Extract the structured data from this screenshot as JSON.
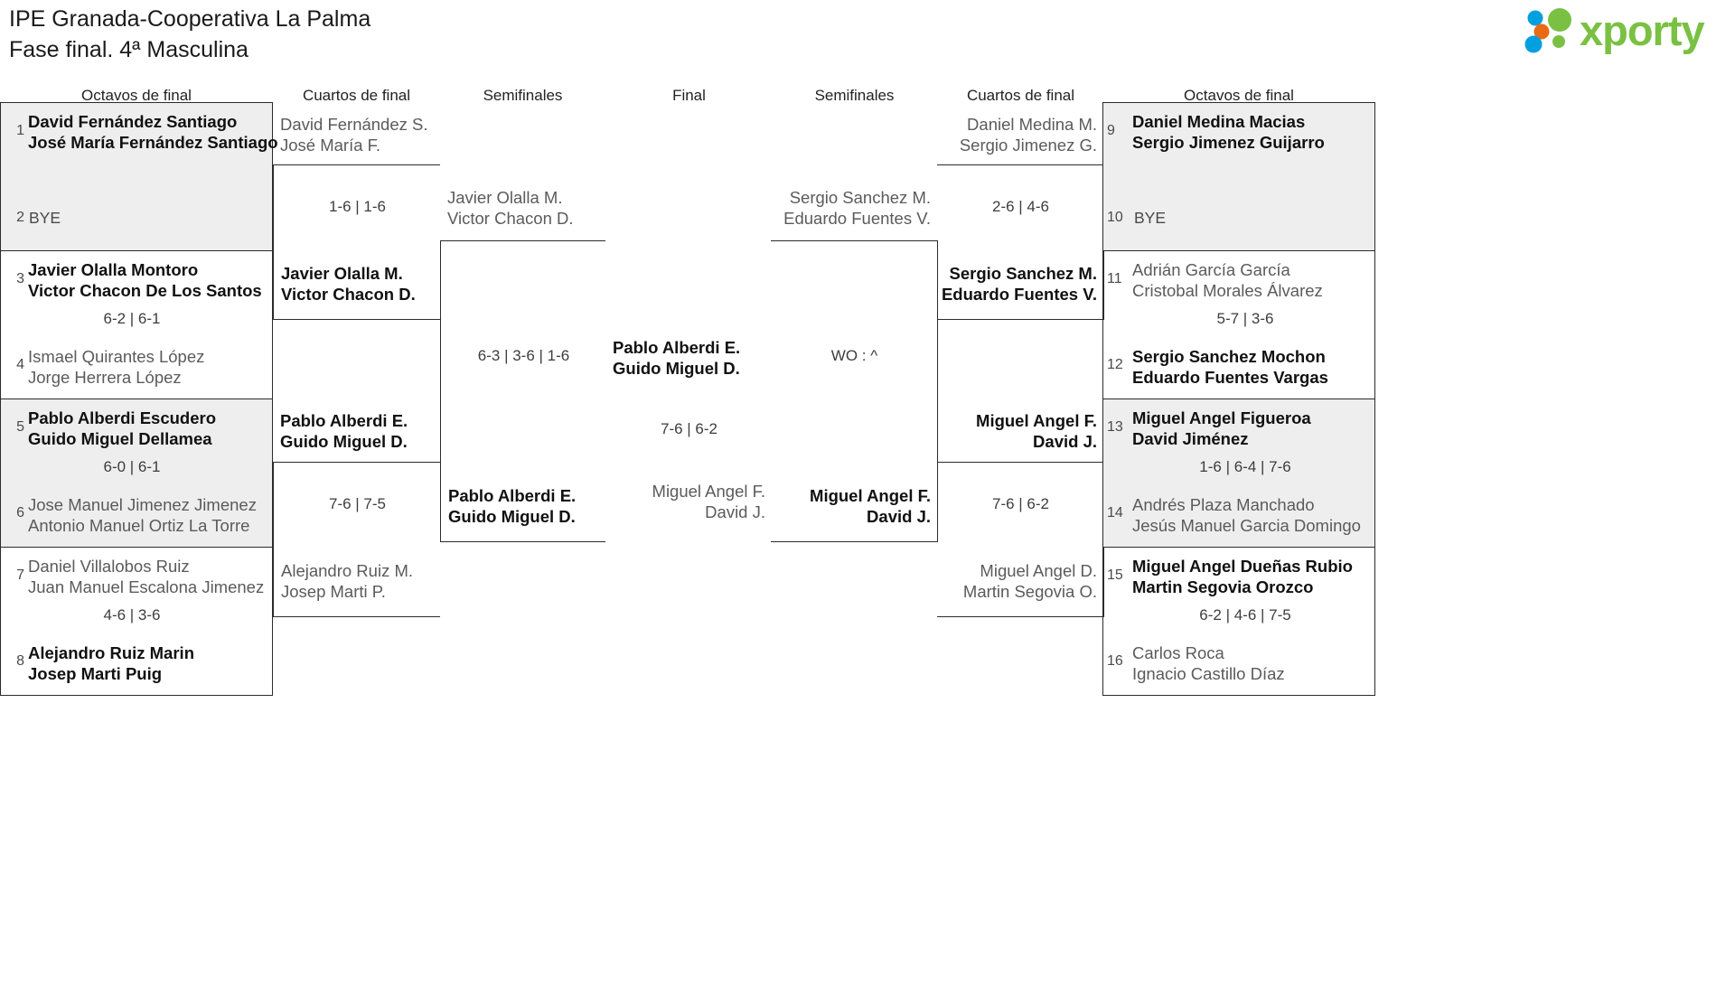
{
  "header": {
    "title_line1": "IPE Granada-Cooperativa La Palma",
    "title_line2": "Fase final. 4ª Masculina",
    "logo_text": "xporty",
    "logo_colors": {
      "green": "#7ac143",
      "blue": "#00a0df",
      "orange": "#ea6a13"
    }
  },
  "round_headers": {
    "l_octavos": "Octavos de final",
    "l_cuartos": "Cuartos de final",
    "l_semis": "Semifinales",
    "final": "Final",
    "r_semis": "Semifinales",
    "r_cuartos": "Cuartos de final",
    "r_octavos": "Octavos de final"
  },
  "left": {
    "octavos": [
      {
        "seed_top": "1",
        "seed_bot": "2",
        "top_p1": "David Fernández Santiago",
        "top_p2": "José María Fernández Santiago",
        "bot_p1": "BYE",
        "bot_p2": "",
        "score": "",
        "winner": "top",
        "shaded": true,
        "bye": true
      },
      {
        "seed_top": "3",
        "seed_bot": "4",
        "top_p1": "Javier Olalla Montoro",
        "top_p2": "Victor Chacon De Los Santos",
        "bot_p1": "Ismael Quirantes López",
        "bot_p2": "Jorge Herrera López",
        "score": "6-2 | 6-1",
        "winner": "top",
        "shaded": false,
        "bye": false
      },
      {
        "seed_top": "5",
        "seed_bot": "6",
        "top_p1": "Pablo Alberdi Escudero",
        "top_p2": "Guido Miguel Dellamea",
        "bot_p1": "Jose Manuel Jimenez Jimenez",
        "bot_p2": "Antonio Manuel Ortiz La Torre",
        "score": "6-0 | 6-1",
        "winner": "top",
        "shaded": true,
        "bye": false
      },
      {
        "seed_top": "7",
        "seed_bot": "8",
        "top_p1": "Daniel Villalobos Ruiz",
        "top_p2": "Juan Manuel Escalona Jimenez",
        "bot_p1": "Alejandro Ruiz Marin",
        "bot_p2": "Josep Marti Puig",
        "score": "4-6 | 3-6",
        "winner": "bot",
        "shaded": false,
        "bye": false
      }
    ],
    "cuartos": [
      {
        "top_p1": "David Fernández S.",
        "top_p2": "José María F.",
        "bot_p1": "Javier Olalla M.",
        "bot_p2": "Victor Chacon D.",
        "score": "1-6 | 1-6",
        "winner": "bot"
      },
      {
        "top_p1": "Pablo Alberdi E.",
        "top_p2": "Guido Miguel D.",
        "bot_p1": "Alejandro Ruiz M.",
        "bot_p2": "Josep Marti P.",
        "score": "7-6 | 7-5",
        "winner": "top"
      }
    ],
    "semis": [
      {
        "top_p1": "Javier Olalla M.",
        "top_p2": "Victor Chacon D.",
        "bot_p1": "Pablo Alberdi E.",
        "bot_p2": "Guido Miguel D.",
        "score": "6-3 | 3-6 | 1-6",
        "winner": "bot"
      }
    ]
  },
  "final": {
    "top_p1": "Pablo Alberdi E.",
    "top_p2": "Guido Miguel D.",
    "bot_p1": "Miguel Angel F.",
    "bot_p2": "David J.",
    "score": "7-6 | 6-2",
    "winner": "top"
  },
  "right": {
    "semis": [
      {
        "top_p1": "Sergio Sanchez M.",
        "top_p2": "Eduardo Fuentes V.",
        "bot_p1": "Miguel Angel F.",
        "bot_p2": "David J.",
        "score": "WO : ^",
        "winner": "bot"
      }
    ],
    "cuartos": [
      {
        "top_p1": "Daniel Medina M.",
        "top_p2": "Sergio Jimenez G.",
        "bot_p1": "Sergio Sanchez M.",
        "bot_p2": "Eduardo Fuentes V.",
        "score": "2-6 | 4-6",
        "winner": "bot"
      },
      {
        "top_p1": "Miguel Angel F.",
        "top_p2": "David J.",
        "bot_p1": "Miguel Angel D.",
        "bot_p2": "Martin Segovia O.",
        "score": "7-6 | 6-2",
        "winner": "top"
      }
    ],
    "octavos": [
      {
        "seed_top": "9",
        "seed_bot": "10",
        "top_p1": "Daniel Medina Macias",
        "top_p2": "Sergio Jimenez Guijarro",
        "bot_p1": "BYE",
        "bot_p2": "",
        "score": "",
        "winner": "top",
        "shaded": true,
        "bye": true
      },
      {
        "seed_top": "11",
        "seed_bot": "12",
        "top_p1": "Adrián García García",
        "top_p2": "Cristobal Morales Álvarez",
        "bot_p1": "Sergio Sanchez Mochon",
        "bot_p2": "Eduardo Fuentes Vargas",
        "score": "5-7 | 3-6",
        "winner": "bot",
        "shaded": false,
        "bye": false
      },
      {
        "seed_top": "13",
        "seed_bot": "14",
        "top_p1": "Miguel Angel Figueroa",
        "top_p2": "David Jiménez",
        "bot_p1": "Andrés Plaza Manchado",
        "bot_p2": "Jesús Manuel Garcia Domingo",
        "score": "1-6 | 6-4 | 7-6",
        "winner": "top",
        "shaded": true,
        "bye": false
      },
      {
        "seed_top": "15",
        "seed_bot": "16",
        "top_p1": "Miguel Angel Dueñas Rubio",
        "top_p2": "Martin Segovia Orozco",
        "bot_p1": "Carlos Roca",
        "bot_p2": "Ignacio Castillo Díaz",
        "score": "6-2 | 4-6 | 7-5",
        "winner": "top",
        "shaded": false,
        "bye": false
      }
    ]
  }
}
